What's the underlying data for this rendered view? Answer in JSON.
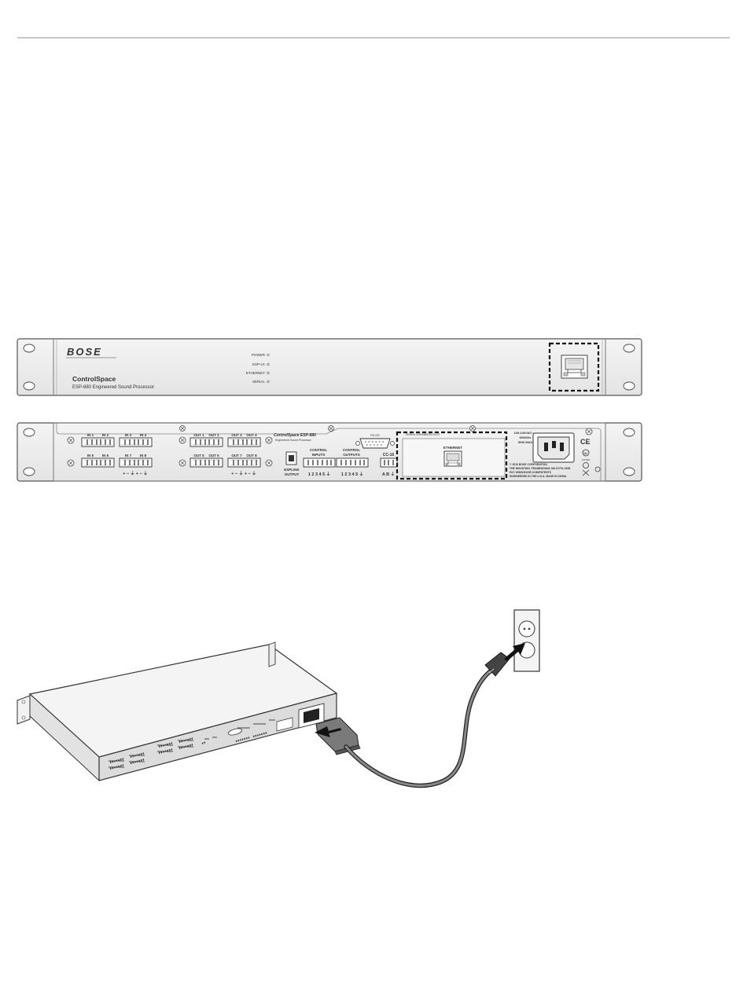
{
  "front_panel": {
    "logo": "BOSE",
    "product_name": "ControlSpace",
    "product_subtitle": "ESP-880 Engineered Sound Processor",
    "leds": [
      "POWER",
      "ESP-LK",
      "ETHERNET",
      "SERIAL"
    ]
  },
  "rear_panel": {
    "model_name": "ControlSpace ESP-880",
    "model_subtitle": "Engineered Sound Processor",
    "inputs": [
      "IN 1",
      "IN 2",
      "IN 3",
      "IN 4",
      "IN 5",
      "IN 6",
      "IN 7",
      "IN 8"
    ],
    "outputs": [
      "OUT 1",
      "OUT 2",
      "OUT 3",
      "OUT 4",
      "OUT 5",
      "OUT 6",
      "OUT 7",
      "OUT 8"
    ],
    "polarity_legend": "+ − ⏚ + − ⏚",
    "esplink_label_1": "ESPLINK",
    "esplink_label_2": "OUTPUT",
    "serial_port_label": "RS-232",
    "control_inputs_label_1": "CONTROL",
    "control_inputs_label_2": "INPUTS",
    "control_outputs_label_1": "CONTROL",
    "control_outputs_label_2": "OUTPUTS",
    "pin_numbers": "1 2 3 4 5 ⏚",
    "cc16_label": "CC-16",
    "cc16_pins": "A B ⏚",
    "expansion_label": "SERIAL EXPANSION SLOT",
    "ethernet_label": "ETHERNET",
    "power_rating": [
      "100-240VAC~",
      "50/60Hz",
      "50W MAX"
    ],
    "company_text": [
      "© 2010 BOSE CORPORATION",
      "THE MOUNTAIN, FRAMINGHAM, MA 01701-9168",
      "PAT. WWW.BOSE.COM/PATENTS",
      "ENGINEERED IN THE U.S.A.     MADE IN CHINA"
    ],
    "cert_marks": [
      "CE",
      "LISTED"
    ]
  }
}
